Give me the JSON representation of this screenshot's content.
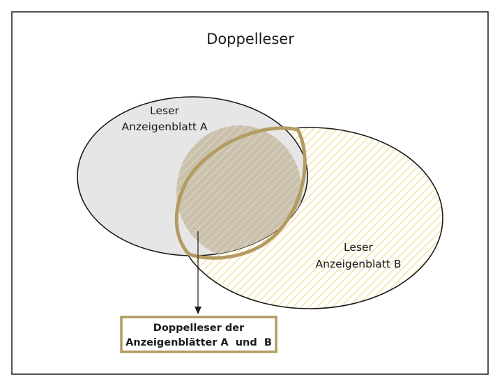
{
  "diagram": {
    "title": "Doppelleser",
    "set_a": {
      "label_line1": "Leser",
      "label_line2": "Anzeigenblatt A"
    },
    "set_b": {
      "label_line1": "Leser",
      "label_line2": "Anzeigenblatt B"
    },
    "callout": {
      "line1": "Doppelleser der",
      "line2": "Anzeigenblätter A  und  B"
    },
    "colors": {
      "frame": "#1a1a1a",
      "set_a_fill": "#e6e6e6",
      "set_a_stroke": "#1a1a1a",
      "set_b_hatch": "#f4e3a8",
      "set_b_stroke": "#1a1a1a",
      "overlap_stroke": "#b39b62",
      "overlap_fill": "#c9c1ad",
      "callout_border": "#b39b62",
      "text": "#1a1a1a"
    }
  }
}
